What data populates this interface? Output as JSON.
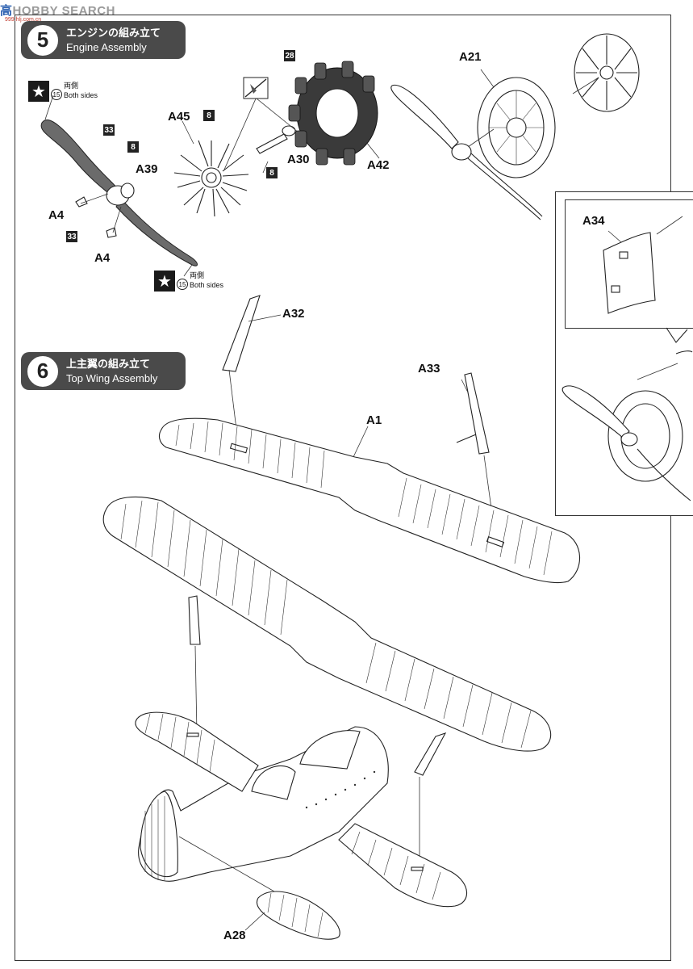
{
  "watermark": {
    "cn": "高",
    "rest": "HOBBY SEARCH",
    "url": "999.hlj.com.cn"
  },
  "steps": [
    {
      "number": "5",
      "title_jp": "エンジンの組み立て",
      "title_en": "Engine Assembly"
    },
    {
      "number": "6",
      "title_jp": "上主翼の組み立て",
      "title_en": "Top Wing Assembly"
    }
  ],
  "parts": {
    "a21": "A21",
    "a45": "A45",
    "a39": "A39",
    "a30": "A30",
    "a42": "A42",
    "a4_1": "A4",
    "a4_2": "A4",
    "a34": "A34",
    "a32": "A32",
    "a33": "A33",
    "a1": "A1",
    "a28": "A28"
  },
  "color_badges": {
    "c28": "28",
    "c8_a45": "8",
    "c33_prop": "33",
    "c8_hub": "8",
    "c33_a4": "33",
    "c8_a30": "8"
  },
  "decals": [
    {
      "star": "★",
      "number": "15",
      "jp": "両側",
      "en": "Both sides"
    },
    {
      "star": "★",
      "number": "15",
      "jp": "両側",
      "en": "Both sides"
    }
  ],
  "icons": {
    "no_glue": "no-glue-icon",
    "star": "star-icon"
  }
}
